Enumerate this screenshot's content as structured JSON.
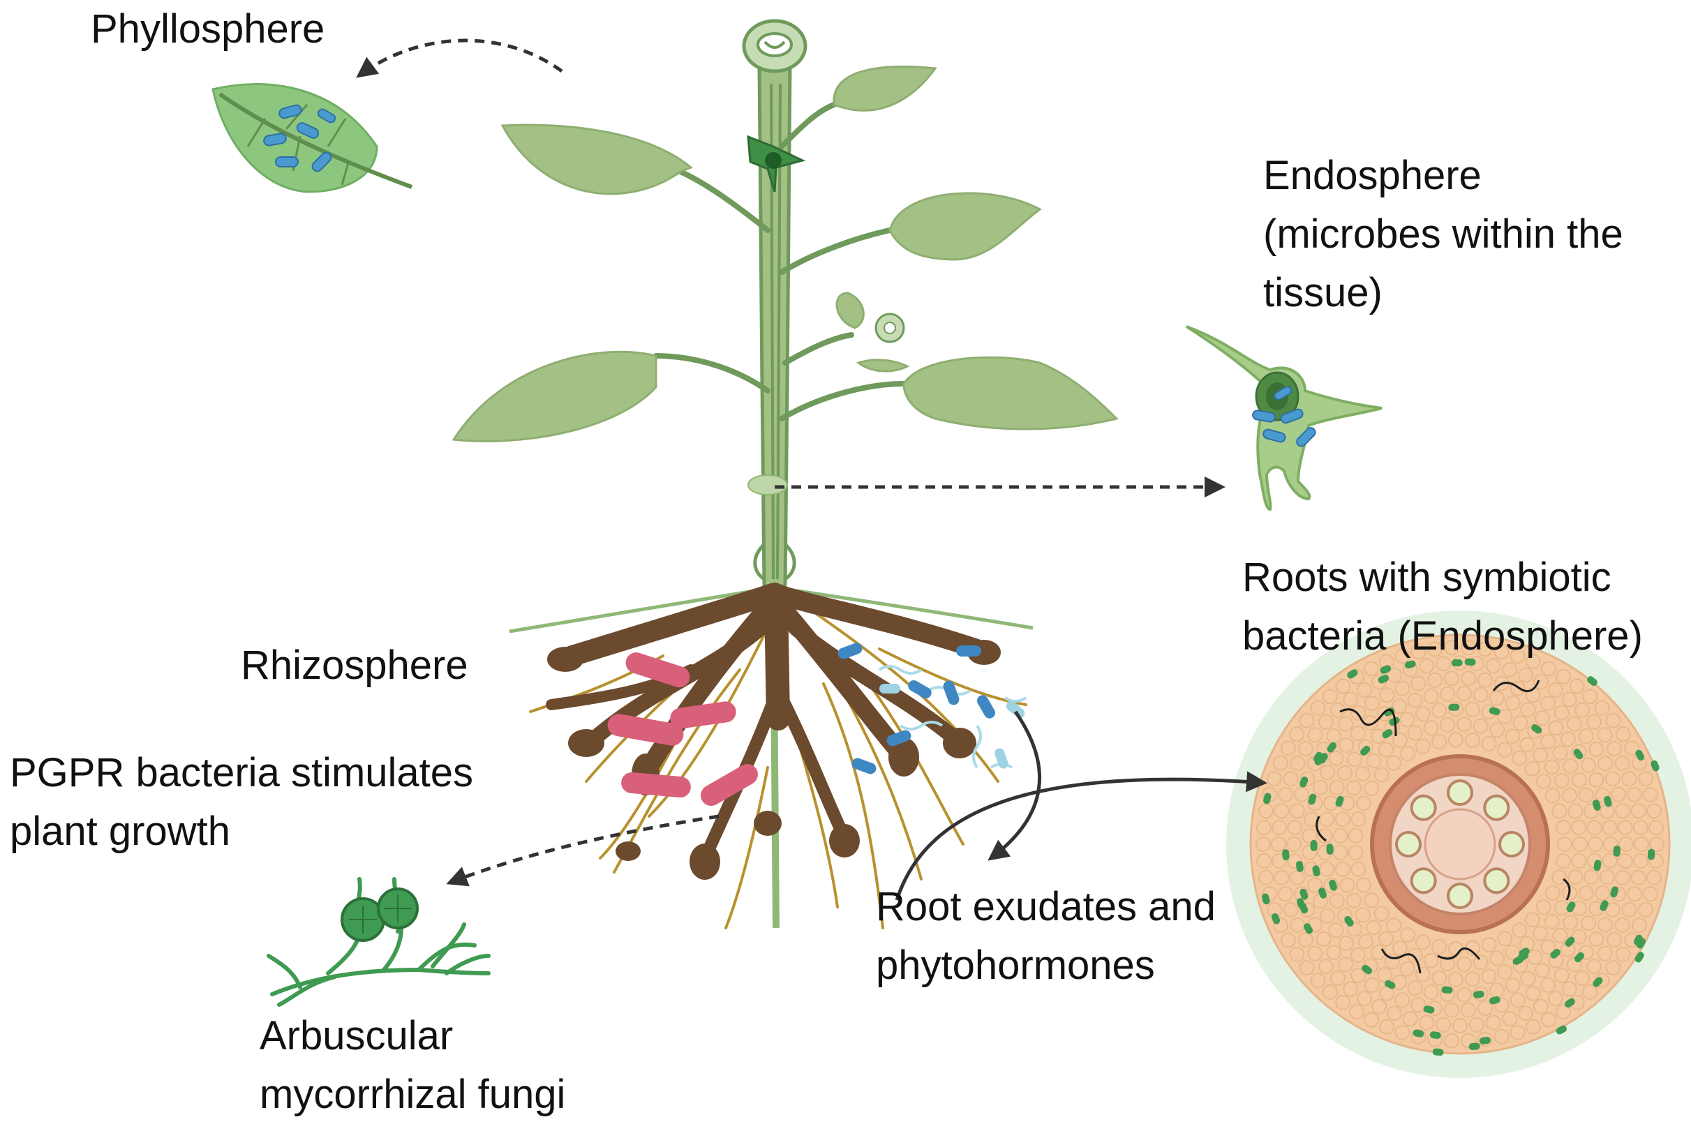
{
  "labels": {
    "phyllosphere": "Phyllosphere",
    "endosphere": [
      "Endosphere",
      "(microbes within the",
      "tissue)"
    ],
    "rhizosphere": "Rhizosphere",
    "roots_symbiotic": [
      "Roots with symbiotic",
      "bacteria (Endosphere)"
    ],
    "pgpr": [
      "PGPR bacteria stimulates",
      "plant growth"
    ],
    "root_exudates": [
      "Root exudates and",
      "phytohormones"
    ],
    "amf": [
      "Arbuscular",
      "mycorrhizal fungi"
    ]
  },
  "colors": {
    "leaf": "#a3c184",
    "stem": "#8fb877",
    "stem_dark": "#6f9a5c",
    "root": "#6b4a2e",
    "root_hair": "#b8912f",
    "bacteria_pink": "#d9607a",
    "bacteria_blue": "#5aa6d6",
    "cell_fill": "#a8cd8b",
    "cross_outer": "#e4f2e4",
    "cross_cortex": "#f3caa2",
    "cross_stele": "#d48d6e",
    "fungi": "#3f9a52",
    "arrow": "#333333",
    "text": "#111111"
  }
}
